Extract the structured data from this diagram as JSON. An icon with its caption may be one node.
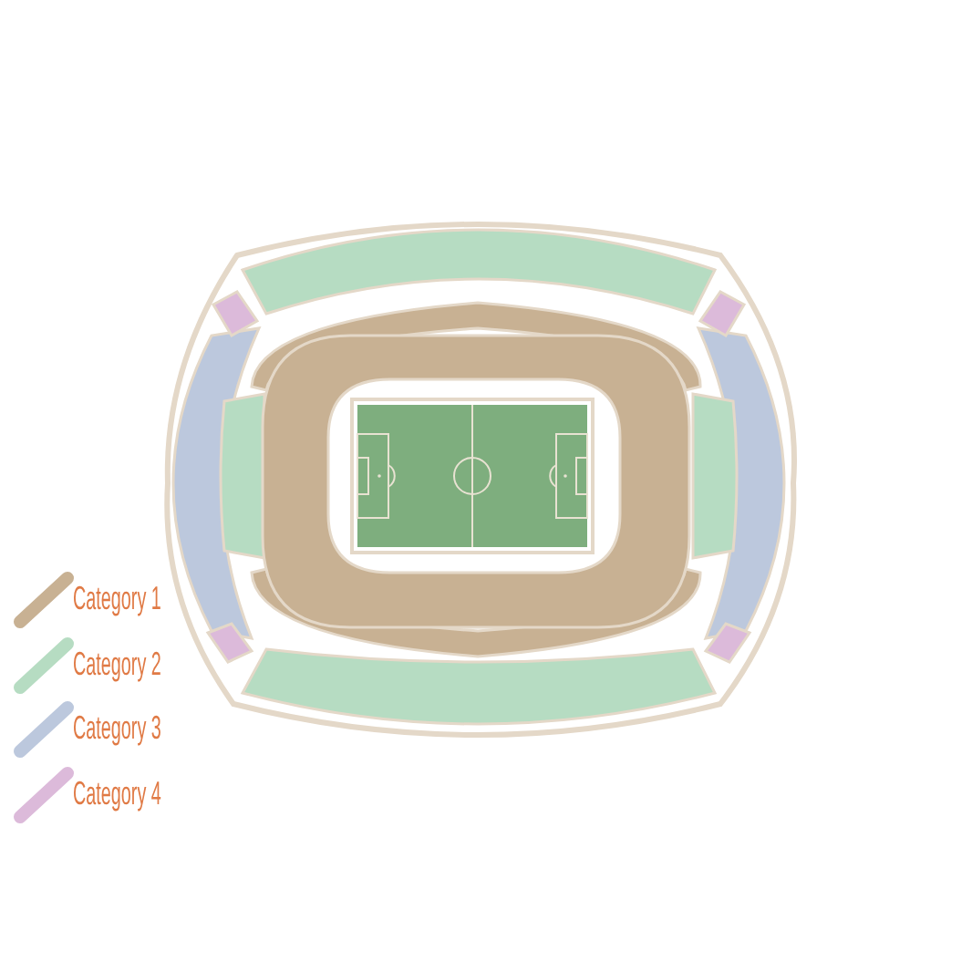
{
  "diagram": {
    "legend": [
      {
        "text": "Category 1",
        "color": "#c8b193"
      },
      {
        "text": "Category 2",
        "color": "#b6dcc2"
      },
      {
        "text": "Category 3",
        "color": "#bcc8dd"
      },
      {
        "text": "Category 4",
        "color": "#dcbada"
      }
    ]
  }
}
